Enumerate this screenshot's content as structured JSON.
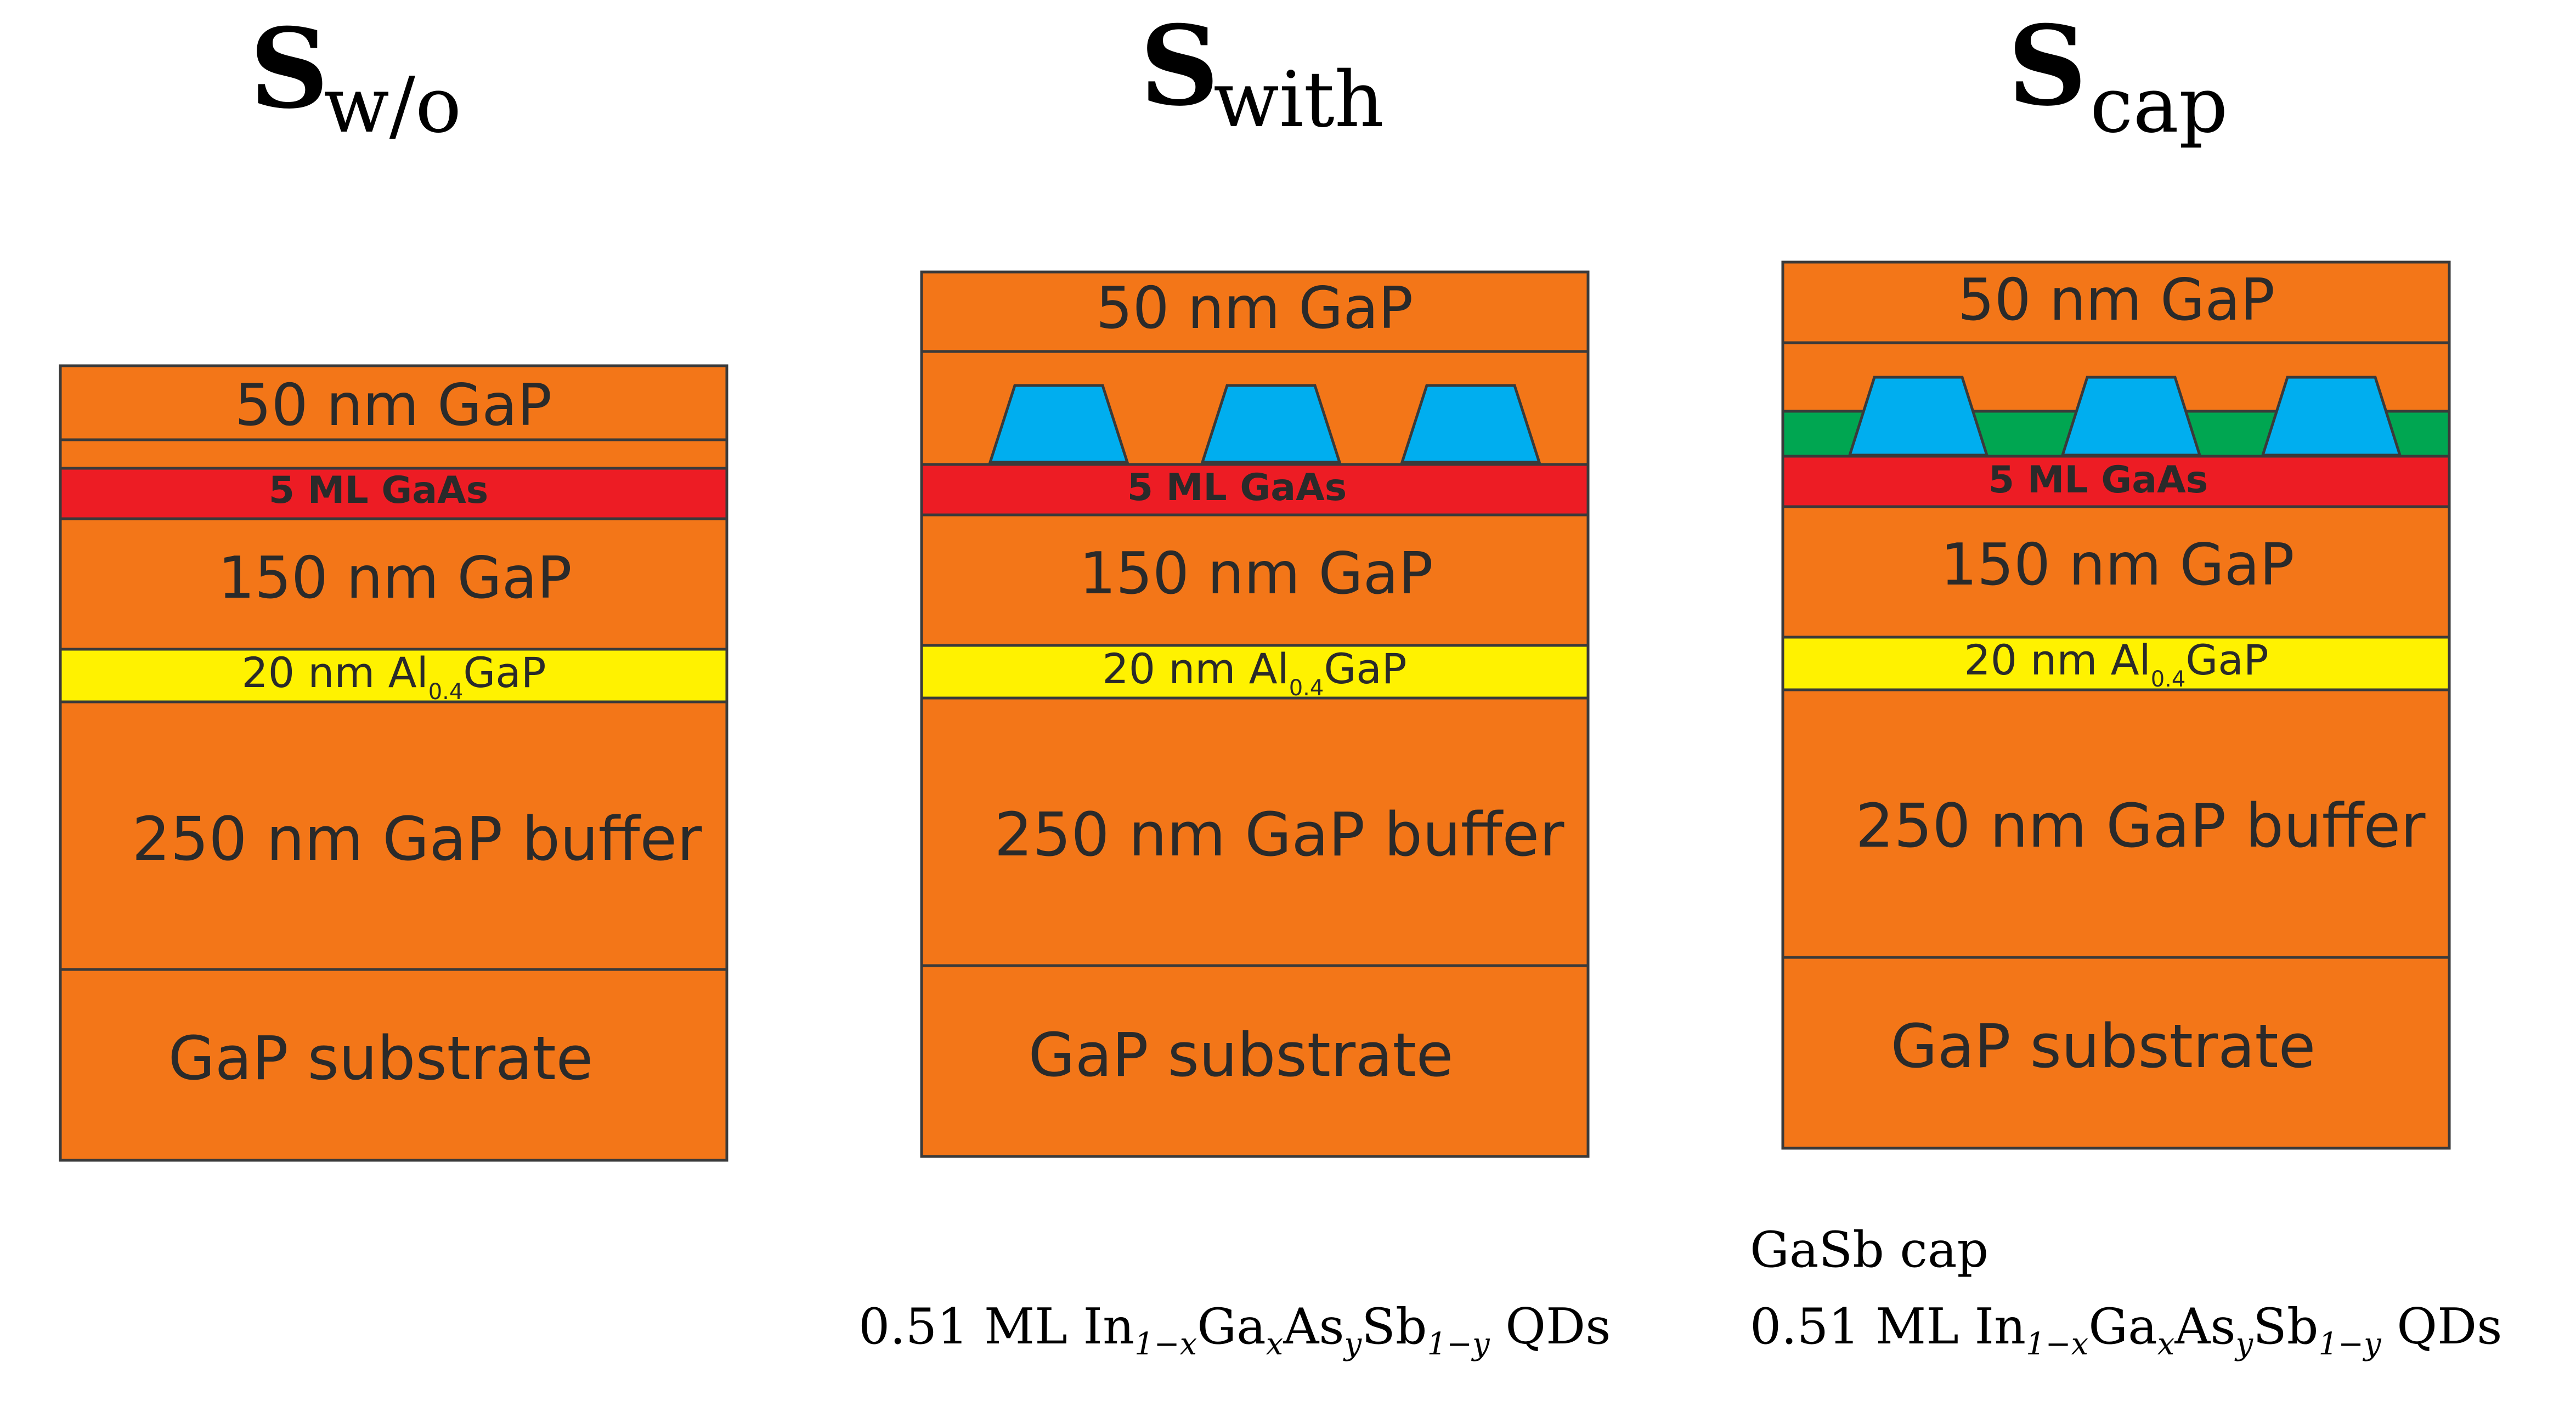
{
  "colors": {
    "gap": "#F37618",
    "gaas": "#ED1C24",
    "algap": "#FFF200",
    "qd": "#00AEEF",
    "cap": "#00A651",
    "outline": "#3A3A3A"
  },
  "panels": [
    {
      "title_main": "S",
      "title_sub": "w/o",
      "layers": {
        "top": "50 nm GaP",
        "gaas": "5 ML GaAs",
        "spacer": "150 nm GaP",
        "algap_pre": "20 nm Al",
        "algap_sub": "0.4",
        "algap_post": "GaP",
        "buffer": "250 nm GaP buffer",
        "substrate": "GaP substrate"
      }
    },
    {
      "title_main": "S",
      "title_sub": "with",
      "layers": {
        "top": "50 nm GaP",
        "gaas": "5 ML GaAs",
        "spacer": "150 nm GaP",
        "algap_pre": "20 nm Al",
        "algap_sub": "0.4",
        "algap_post": "GaP",
        "buffer": "250 nm GaP buffer",
        "substrate": "GaP substrate"
      }
    },
    {
      "title_main": "S",
      "title_sub": "cap",
      "layers": {
        "top": "50 nm GaP",
        "gaas": "5 ML GaAs",
        "spacer": "150 nm GaP",
        "algap_pre": "20 nm Al",
        "algap_sub": "0.4",
        "algap_post": "GaP",
        "buffer": "250 nm GaP buffer",
        "substrate": "GaP substrate"
      }
    }
  ],
  "captions": {
    "cap_label": "GaSb cap",
    "qd_caption_with": {
      "prefix": "0.51 ML In",
      "s1": "1−x",
      "ga": "Ga",
      "s2": "x",
      "as": "As",
      "s3": "y",
      "sb": "Sb",
      "s4": "1−y",
      "suffix": " QDs"
    },
    "qd_caption_cap": {
      "prefix": "0.51 ML In",
      "s1": "1−x",
      "ga": "Ga",
      "s2": "x",
      "as": "As",
      "s3": "y",
      "sb": "Sb",
      "s4": "1−y",
      "suffix": " QDs"
    }
  }
}
